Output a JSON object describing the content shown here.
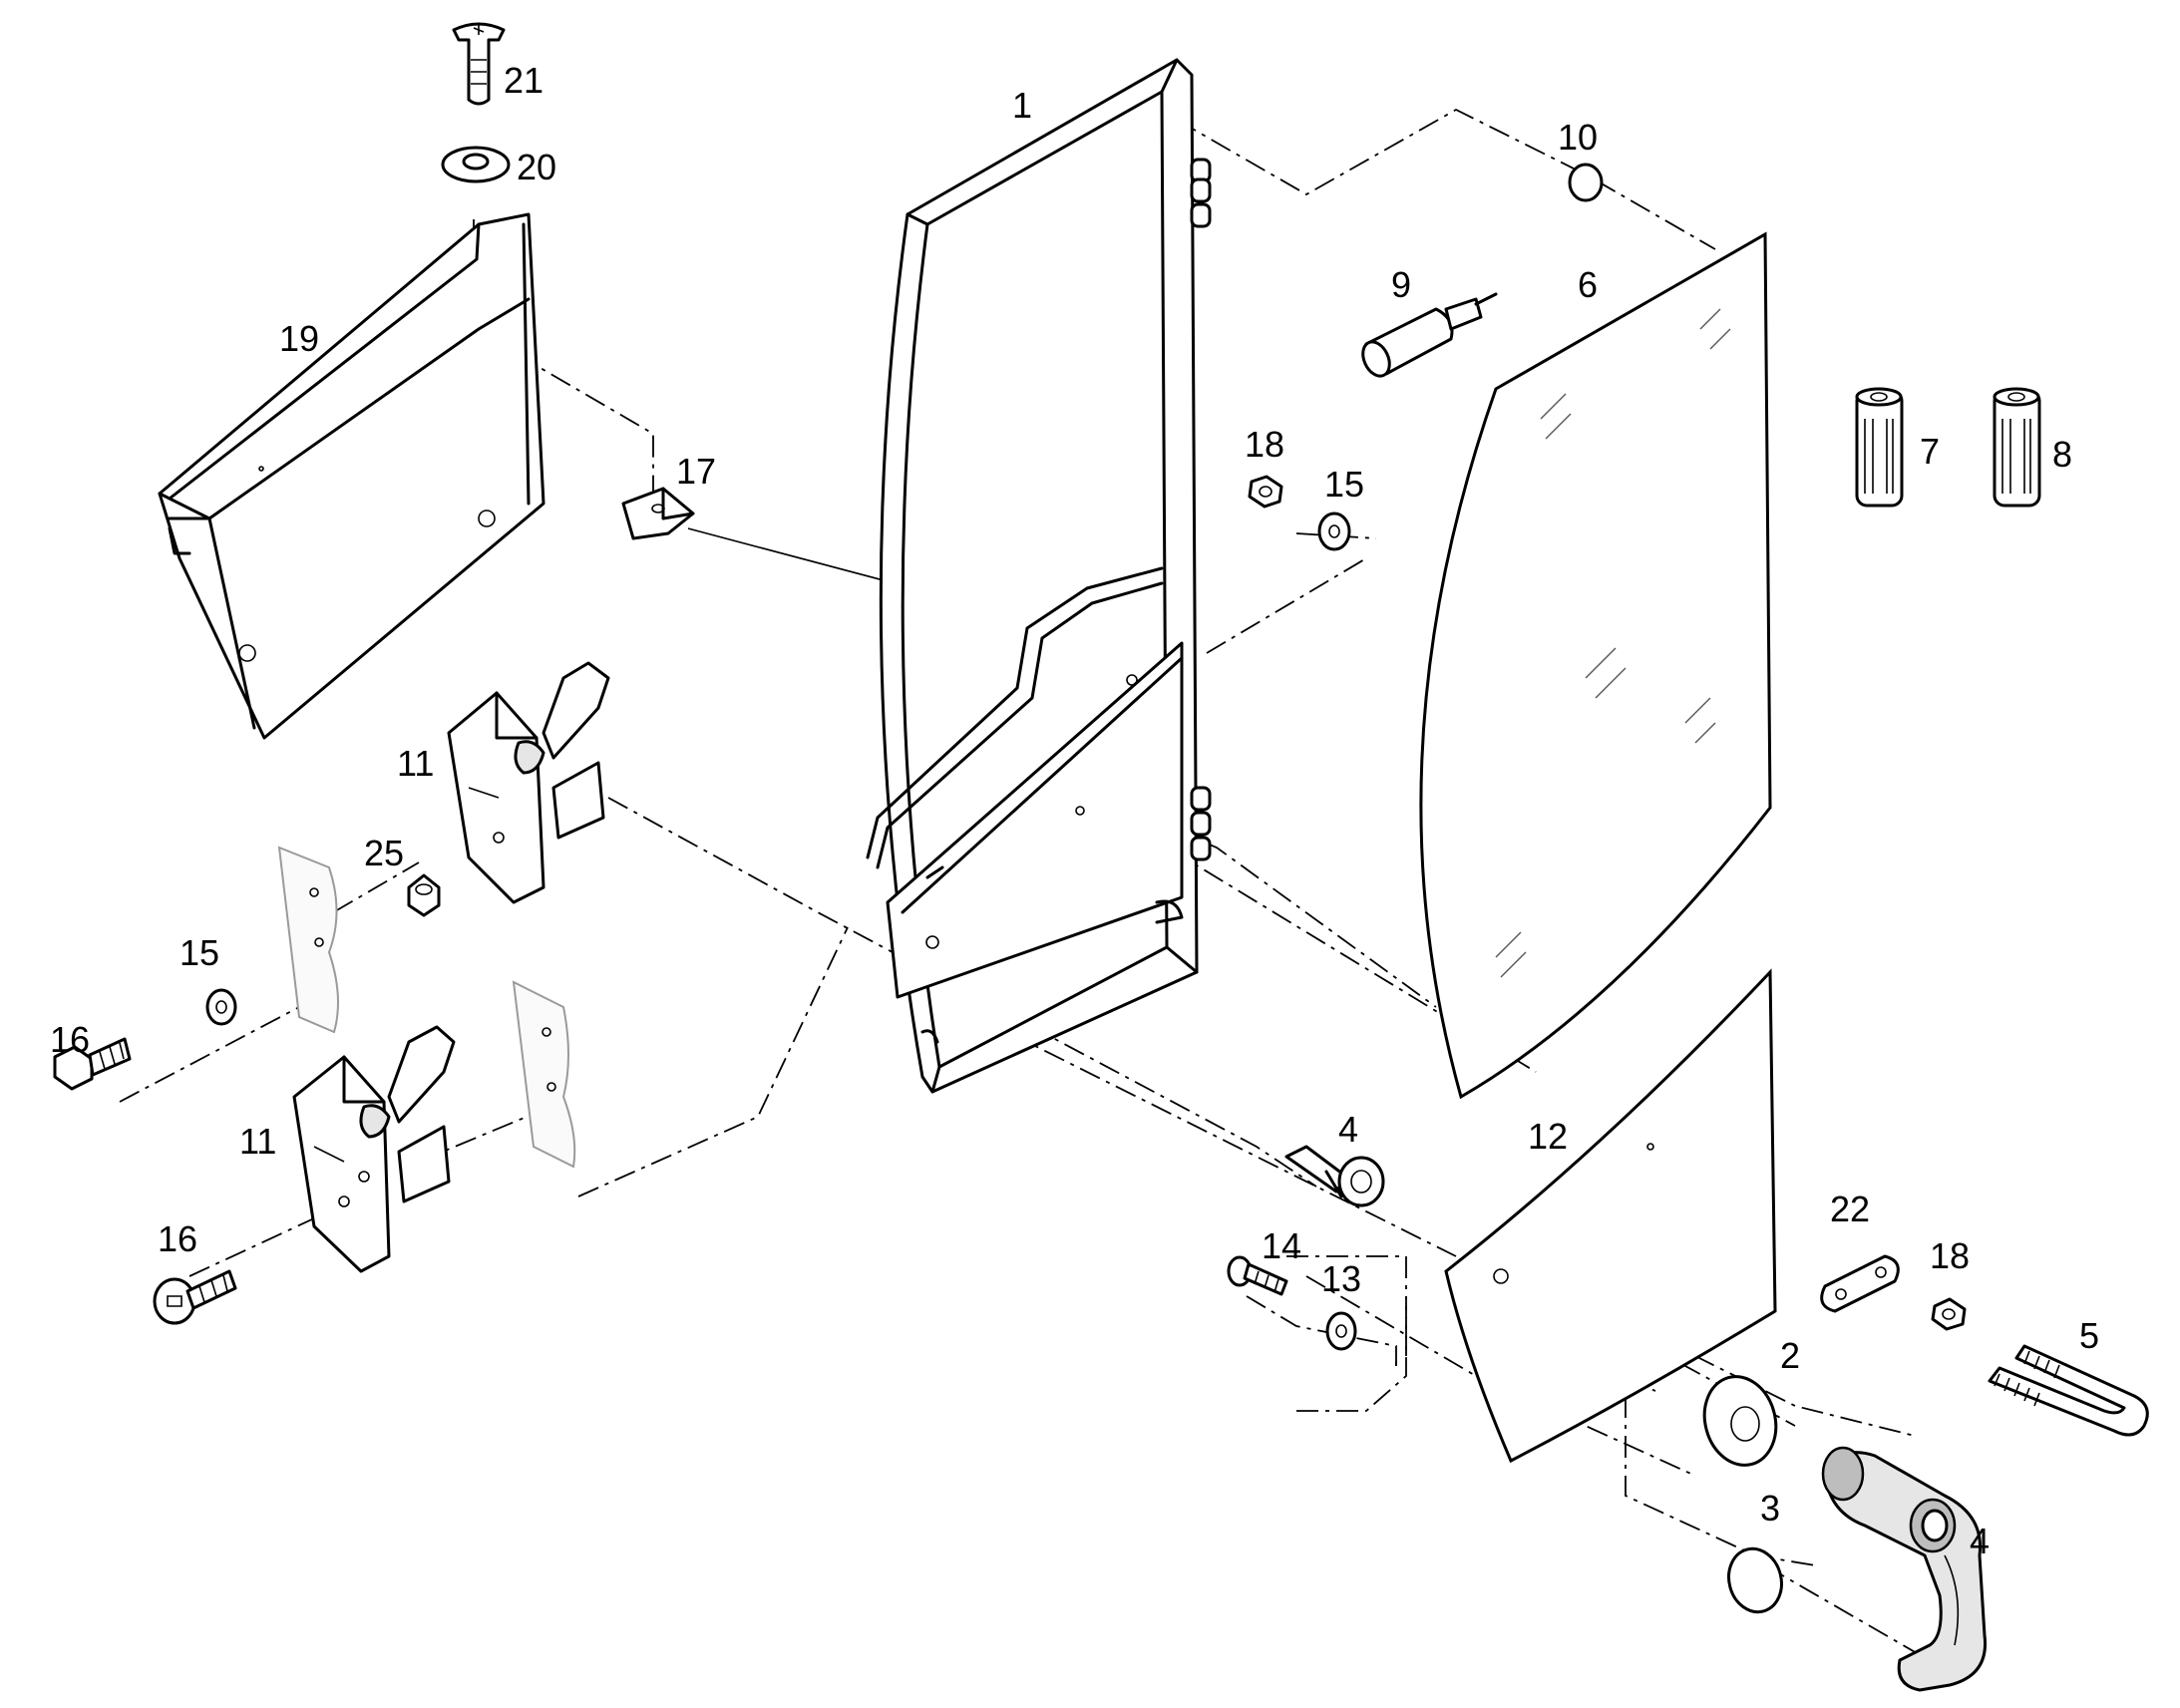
{
  "callouts": [
    {
      "id": "c1",
      "text": "1"
    },
    {
      "id": "c2",
      "text": "2"
    },
    {
      "id": "c3",
      "text": "3"
    },
    {
      "id": "c4a",
      "text": "4"
    },
    {
      "id": "c4b",
      "text": "4"
    },
    {
      "id": "c5",
      "text": "5"
    },
    {
      "id": "c6",
      "text": "6"
    },
    {
      "id": "c7",
      "text": "7"
    },
    {
      "id": "c8",
      "text": "8"
    },
    {
      "id": "c9",
      "text": "9"
    },
    {
      "id": "c10",
      "text": "10"
    },
    {
      "id": "c11a",
      "text": "11"
    },
    {
      "id": "c11b",
      "text": "11"
    },
    {
      "id": "c12",
      "text": "12"
    },
    {
      "id": "c13",
      "text": "13"
    },
    {
      "id": "c14",
      "text": "14"
    },
    {
      "id": "c15a",
      "text": "15"
    },
    {
      "id": "c15b",
      "text": "15"
    },
    {
      "id": "c16a",
      "text": "16"
    },
    {
      "id": "c16b",
      "text": "16"
    },
    {
      "id": "c17",
      "text": "17"
    },
    {
      "id": "c18a",
      "text": "18"
    },
    {
      "id": "c18b",
      "text": "18"
    },
    {
      "id": "c19",
      "text": "19"
    },
    {
      "id": "c20",
      "text": "20"
    },
    {
      "id": "c21",
      "text": "21"
    },
    {
      "id": "c22",
      "text": "22"
    },
    {
      "id": "c25",
      "text": "25"
    }
  ]
}
